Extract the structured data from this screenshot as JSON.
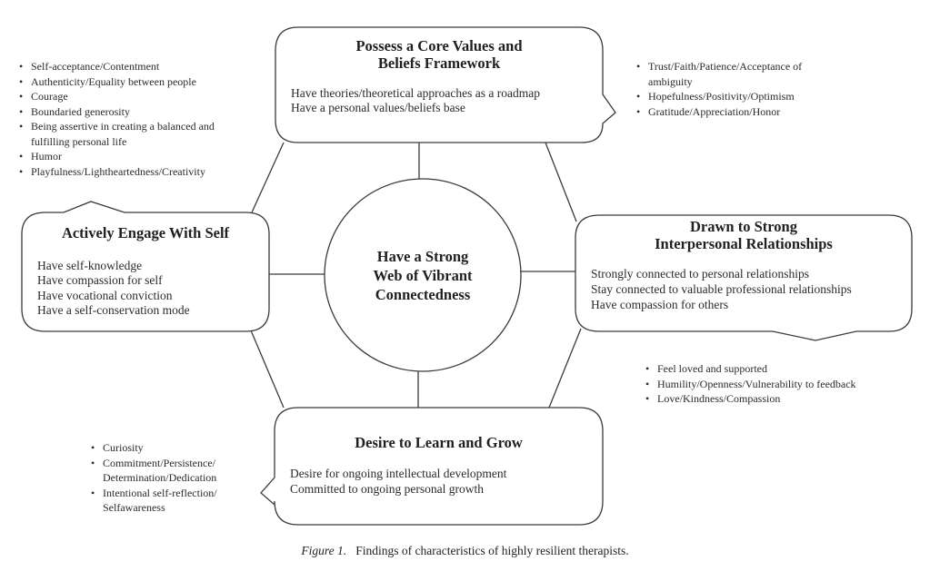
{
  "center": {
    "lines": [
      "Have a Strong",
      "Web of Vibrant",
      "Connectedness"
    ]
  },
  "boxes": {
    "top": {
      "title_lines": [
        "Possess a Core Values and",
        "Beliefs Framework"
      ],
      "items": [
        "Have theories/theoretical approaches as a roadmap",
        "Have a personal values/beliefs base"
      ],
      "bullets": [
        "Trust/Faith/Patience/Acceptance of ambiguity",
        "Hopefulness/Positivity/Optimism",
        "Gratitude/Appreciation/Honor"
      ]
    },
    "left": {
      "title_lines": [
        "Actively Engage With Self"
      ],
      "items": [
        "Have self-knowledge",
        "Have compassion for self",
        "Have vocational conviction",
        "Have a self-conservation mode"
      ],
      "bullets": [
        "Self-acceptance/Contentment",
        "Authenticity/Equality between people",
        "Courage",
        "Boundaried generosity",
        "Being assertive in creating a balanced and fulfilling personal life",
        "Humor",
        "Playfulness/Lightheartedness/Creativity"
      ]
    },
    "right": {
      "title_lines": [
        "Drawn to Strong",
        "Interpersonal Relationships"
      ],
      "items": [
        "Strongly connected to personal relationships",
        "Stay connected to valuable professional relationships",
        "Have compassion for others"
      ],
      "bullets": [
        "Feel loved and supported",
        "Humility/Openness/Vulnerability to feedback",
        "Love/Kindness/Compassion"
      ]
    },
    "bottom": {
      "title_lines": [
        "Desire to Learn and Grow"
      ],
      "items": [
        "Desire for ongoing intellectual development",
        "Committed to ongoing personal growth"
      ],
      "bullets": [
        "Curiosity",
        "Commitment/Persistence/ Determination/Dedication",
        "Intentional self-reflection/ Selfawareness"
      ]
    }
  },
  "bullet_wrapped": {
    "left_4": [
      "Being assertive in creating a balanced and",
      "fulfilling personal life"
    ],
    "top_0": [
      "Trust/Faith/Patience/Acceptance of",
      "ambiguity"
    ],
    "bottom_1": [
      "Commitment/Persistence/",
      "Determination/Dedication"
    ],
    "bottom_2": [
      "Intentional self-reflection/",
      "Selfawareness"
    ]
  },
  "caption": {
    "label": "Figure 1.",
    "text": "Findings of characteristics of highly resilient therapists."
  },
  "colors": {
    "stroke": "#3a3a3a",
    "text": "#222222",
    "background": "#ffffff"
  }
}
